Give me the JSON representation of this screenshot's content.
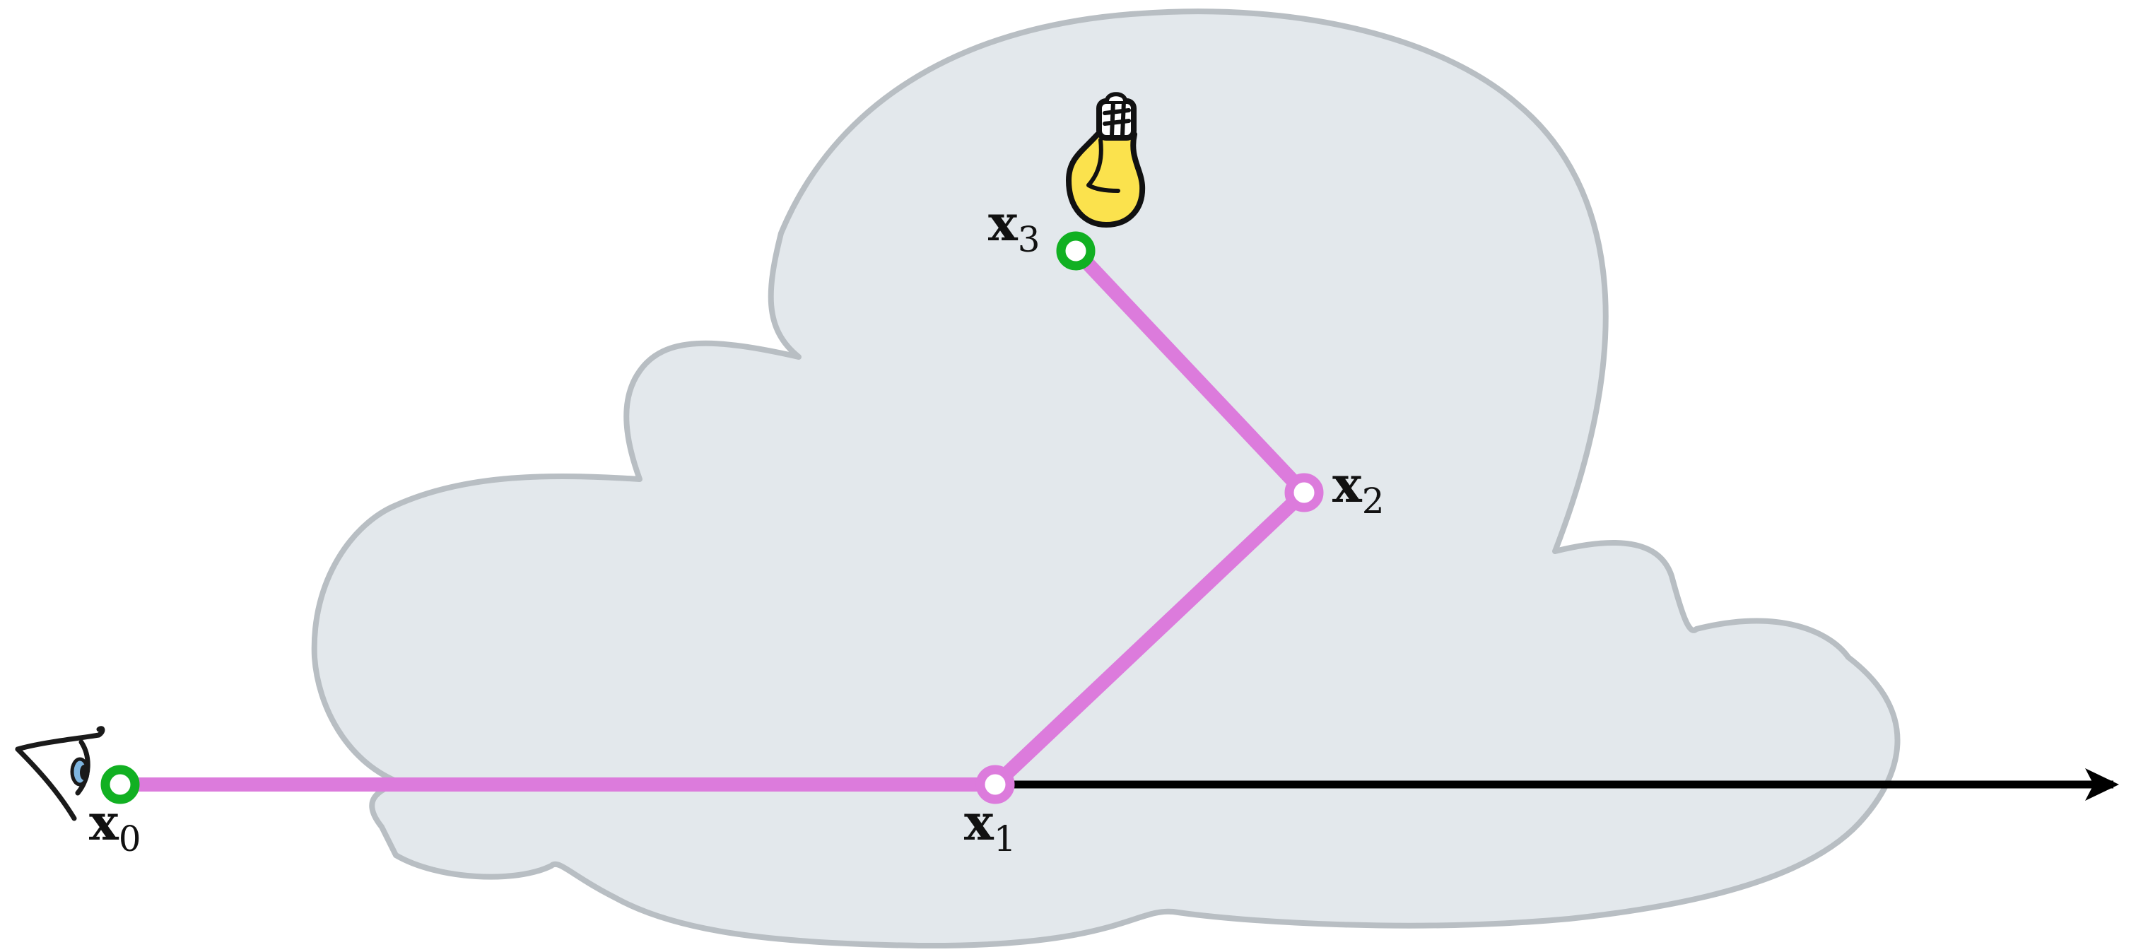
{
  "labels": {
    "x0": {
      "main": "x",
      "sub": "0"
    },
    "x1": {
      "main": "x",
      "sub": "1"
    },
    "x2": {
      "main": "x",
      "sub": "2"
    },
    "x3": {
      "main": "x",
      "sub": "3"
    }
  },
  "icons": {
    "viewer": "eye-icon",
    "light": "lightbulb-icon"
  },
  "colors": {
    "medium_fill": "#e3e8ec",
    "medium_stroke": "#b8bec3",
    "path": "#dc7bdc",
    "endpoint_vertex": "#11b022",
    "interior_vertex": "#dc7bdc",
    "ray": "#000000",
    "bulb_fill": "#fbe24d"
  }
}
